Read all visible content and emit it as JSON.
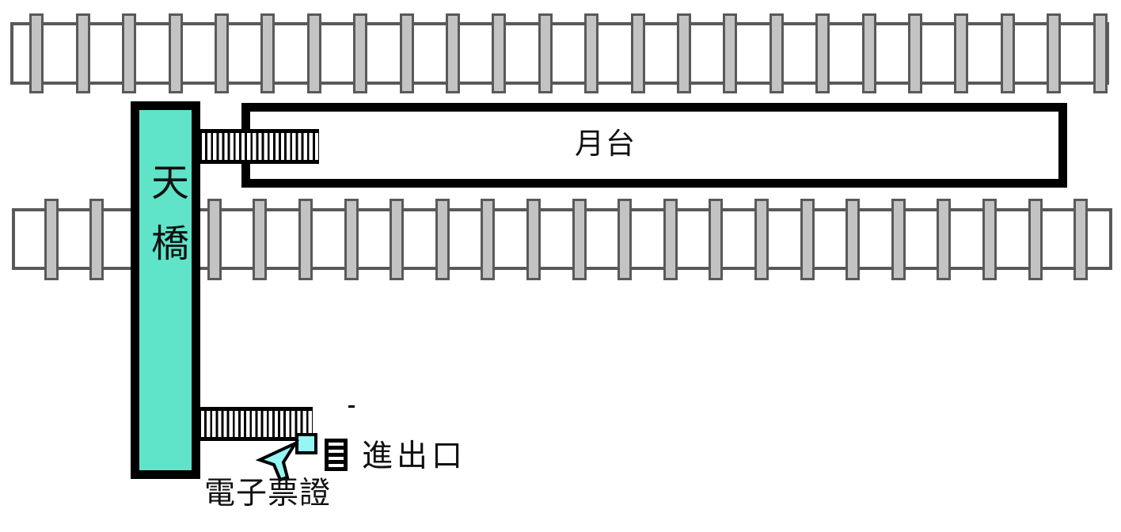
{
  "diagram": {
    "labels": {
      "platform": "月台",
      "footbridge": "天橋",
      "entrance_exit": "進出口",
      "eticket": "電子票證"
    },
    "colors": {
      "footbridge_fill": "#5FE3C9",
      "ticket_reader_fill": "#96F5F5",
      "railway_tie_fill": "#C3C3C3",
      "railway_outline": "#595959",
      "structure_outline": "#000000"
    },
    "icons": {
      "pointer": "cursor-arrow-icon",
      "entrance_gate": "entrance-gate-icon",
      "stairs": "stairs-hatch",
      "tracks": "railway-track"
    }
  }
}
